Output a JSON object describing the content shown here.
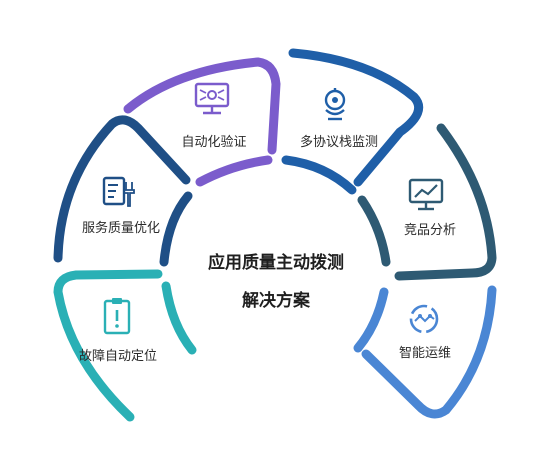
{
  "center": {
    "line1": "应用质量主动拨测",
    "line2": "解决方案"
  },
  "segments": [
    {
      "id": "auto-verify",
      "label": "自动化验证",
      "color": "#7b5ccc",
      "icon": "monitor-gear-icon"
    },
    {
      "id": "multi-protocol",
      "label": "多协议栈监测",
      "color": "#1f5fa8",
      "icon": "monitor-probe-icon"
    },
    {
      "id": "competitor-analysis",
      "label": "竞品分析",
      "color": "#2e5a73",
      "icon": "trend-chart-icon"
    },
    {
      "id": "intelligent-ops",
      "label": "智能运维",
      "color": "#4a86d4",
      "icon": "network-cycle-icon"
    },
    {
      "id": "fault-locate",
      "label": "故障自动定位",
      "color": "#2ab0b5",
      "icon": "clipboard-alert-icon"
    },
    {
      "id": "service-optimize",
      "label": "服务质量优化",
      "color": "#1f4f86",
      "icon": "document-wrench-icon"
    }
  ]
}
